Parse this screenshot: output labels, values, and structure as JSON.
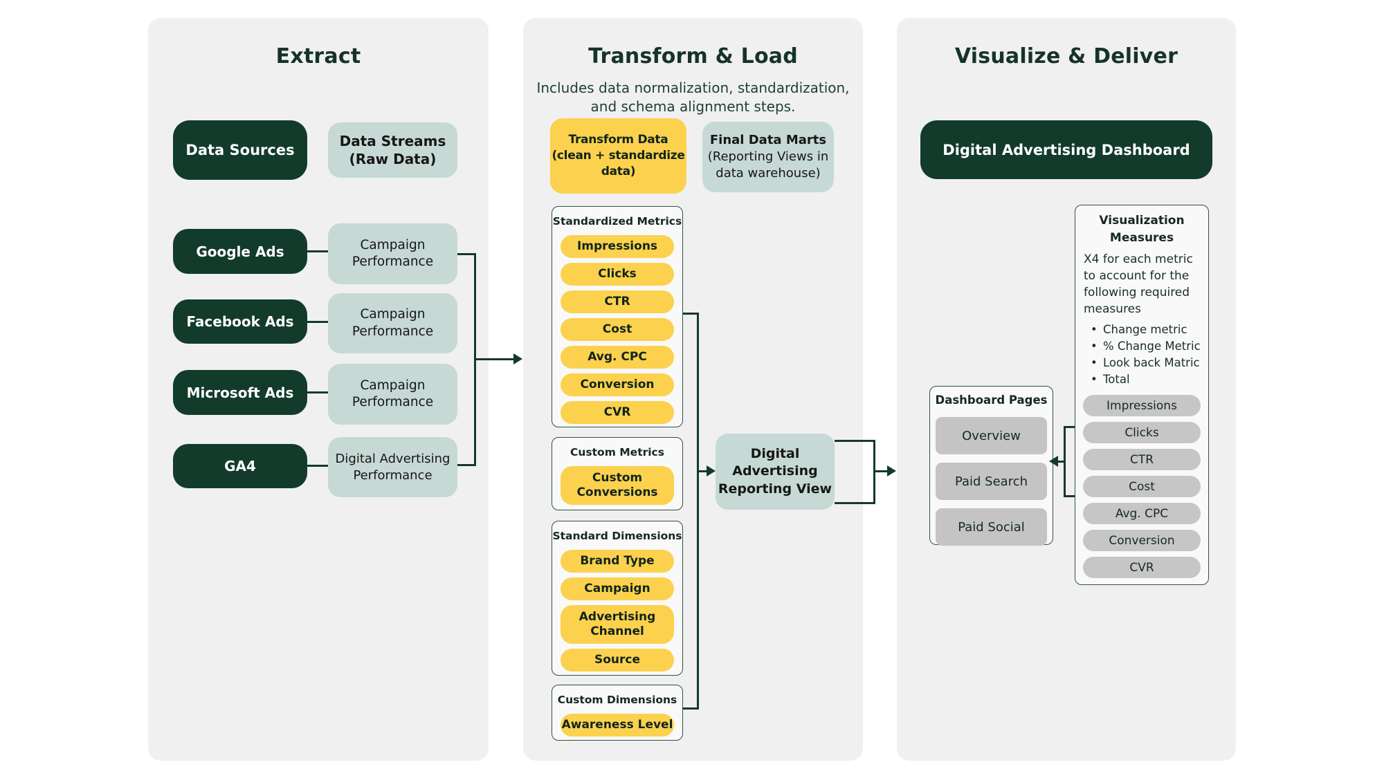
{
  "colors": {
    "dark_green": "#123b2b",
    "teal": "#c6d9d5",
    "yellow": "#fcd14d",
    "gray_pill": "#c6c6c6",
    "panel_bg": "#f0f0f1",
    "line": "#14392b"
  },
  "extract": {
    "title": "Extract",
    "data_sources": "Data Sources",
    "data_streams": "Data Streams\n(Raw Data)",
    "rows": [
      {
        "source": "Google Ads",
        "stream": "Campaign\nPerformance"
      },
      {
        "source": "Facebook Ads",
        "stream": "Campaign\nPerformance"
      },
      {
        "source": "Microsoft Ads",
        "stream": "Campaign\nPerformance"
      },
      {
        "source": "GA4",
        "stream": "Digital Advertising\nPerformance"
      }
    ]
  },
  "transform": {
    "title": "Transform & Load",
    "subtitle": "Includes data normalization, standardization,\nand schema alignment steps.",
    "transform_data": "Transform Data\n(clean + standardize\ndata)",
    "final_data_marts_title": "Final Data Marts",
    "final_data_marts_sub": "(Reporting Views in\ndata warehouse)",
    "standardized_metrics": {
      "label": "Standardized Metrics",
      "items": [
        "Impressions",
        "Clicks",
        "CTR",
        "Cost",
        "Avg. CPC",
        "Conversion",
        "CVR"
      ]
    },
    "custom_metrics": {
      "label": "Custom Metrics",
      "items": [
        "Custom\nConversions"
      ]
    },
    "standard_dimensions": {
      "label": "Standard Dimensions",
      "items": [
        "Brand Type",
        "Campaign",
        "Advertising\nChannel",
        "Source"
      ]
    },
    "custom_dimensions": {
      "label": "Custom Dimensions",
      "items": [
        "Awareness Level"
      ]
    },
    "reporting_view": "Digital\nAdvertising\nReporting View"
  },
  "visualize": {
    "title": "Visualize & Deliver",
    "dashboard": "Digital Advertising Dashboard",
    "dashboard_pages": {
      "label": "Dashboard Pages",
      "items": [
        "Overview",
        "Paid Search",
        "Paid Social"
      ]
    },
    "measures": {
      "title": "Visualization\nMeasures",
      "description": "X4 for each metric\nto account for the\nfollowing required\nmeasures",
      "bullets": [
        "Change metric",
        "% Change Metric",
        "Look back Matric",
        "Total"
      ],
      "pills": [
        "Impressions",
        "Clicks",
        "CTR",
        "Cost",
        "Avg. CPC",
        "Conversion",
        "CVR"
      ]
    }
  }
}
